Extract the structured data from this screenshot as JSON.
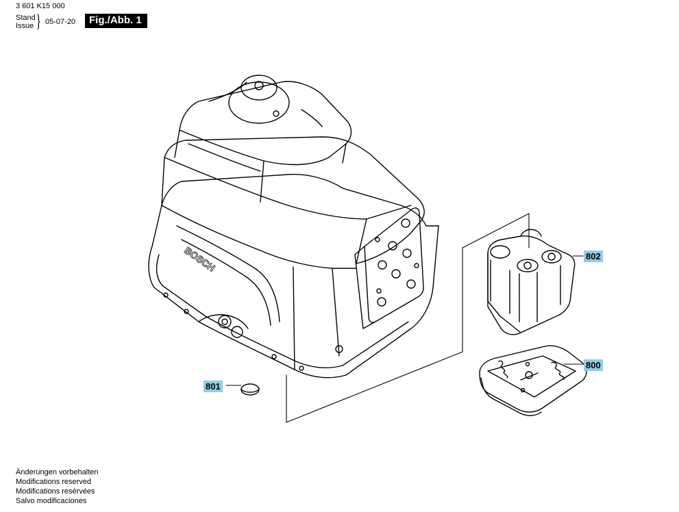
{
  "header": {
    "part_number": "3 601 K15 000",
    "stand_label": "Stand",
    "issue_label": "Issue",
    "date": "05-07-20",
    "figure_label": "Fig./Abb. 1"
  },
  "diagram": {
    "brand_text": "BOSCH",
    "callouts": [
      {
        "id": "802"
      },
      {
        "id": "800"
      },
      {
        "id": "801"
      }
    ]
  },
  "footer": {
    "lines": [
      "Änderungen vorbehalten",
      "Modifications reserved",
      "Modifications resérvées",
      "Salvo modificaciones"
    ]
  },
  "colors": {
    "callout_bg": "#8fcde6",
    "line": "#000000"
  }
}
